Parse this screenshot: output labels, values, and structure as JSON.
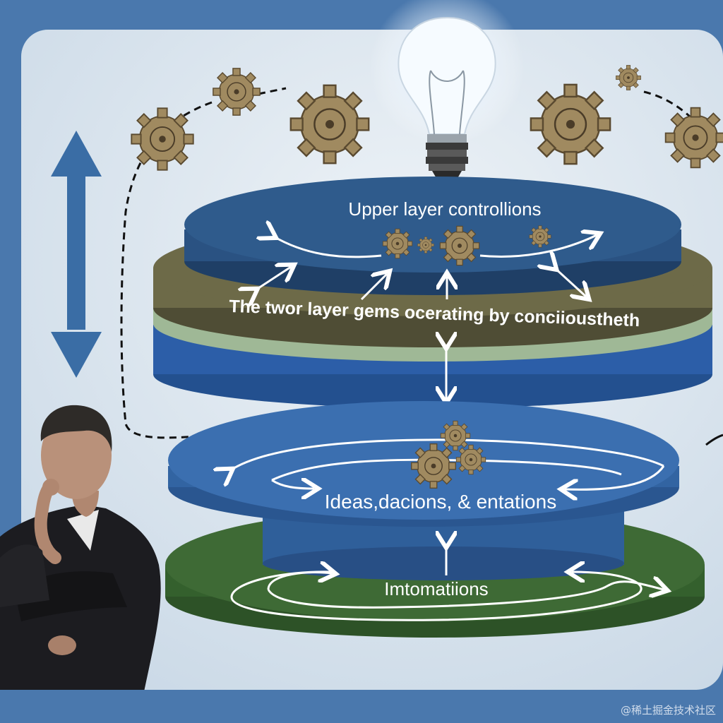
{
  "upper_layer": {
    "label": "Upper  layer controllions"
  },
  "middle_band": {
    "label": "The twor layer gems ocerating by conciioustheth"
  },
  "ideas_layer": {
    "label": "Ideas,dacions, & entations"
  },
  "base_layer": {
    "label": "Imtomatiions"
  },
  "watermark": "@稀土掘金技术社区",
  "colors": {
    "frame_blue": "#4a78ad",
    "panel": "#dbe6ef",
    "upper_disc": "#2f5b8c",
    "olive_band": "#6d6a48",
    "sage_band": "#9fb896",
    "royal_blue_band": "#2c5ea8",
    "ideas_disc": "#3b6fb0",
    "base_disc": "#3e6a35",
    "gear": "#a08a60",
    "arrow": "#ffffff"
  },
  "icons": [
    "light-bulb-icon",
    "gear-icon",
    "double-arrow-icon",
    "thinking-man-figure"
  ]
}
